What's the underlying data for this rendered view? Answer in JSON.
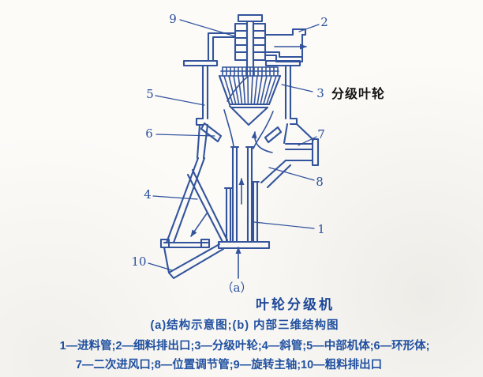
{
  "figure": {
    "part_numbers": [
      "1",
      "2",
      "3",
      "4",
      "5",
      "6",
      "7",
      "8",
      "9",
      "10"
    ],
    "impeller_annotation": "分级叶轮",
    "sub_label": "（a）",
    "title": "叶轮分级机",
    "caption": "(a)结构示意图;(b) 内部三维结构图",
    "legend": {
      "line1": "1—进料管;2—细料排出口;3—分级叶轮;4—斜管;5—中部机体;6—环形体;",
      "line2": "7—二次进风口;8—位置调节管;9—旋转主轴;10—粗料排出口"
    },
    "colors": {
      "line": "#33549c",
      "label_text": "#2b4f9c",
      "annotation_text": "#141414",
      "background": "#fcfbf8"
    }
  }
}
